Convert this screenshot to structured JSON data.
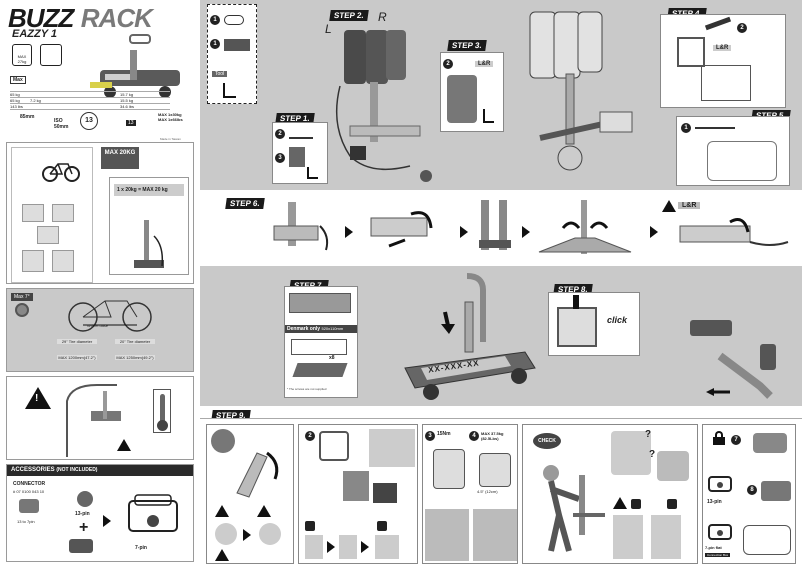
{
  "brand": {
    "line1": "BUZZ",
    "line2": "RACK",
    "model": "EAZZY 1"
  },
  "specs": {
    "max_weight": "MAX 27kg",
    "max_label": "Max",
    "iso": "ISO 50mm",
    "ball_count": "13",
    "maxload1": "MAX 1x30kg",
    "maxload2": "MAX 1x66lbs",
    "dist": "85mm",
    "made_in": "Made in Taiwan",
    "table_rows": [
      {
        "a": "65 kg",
        "b": "",
        "c": "15.7 kg"
      },
      {
        "a": "65 kg",
        "b": "7.2 kg",
        "c": "15.5 kg"
      },
      {
        "a": "143 lbs",
        "b": "",
        "c": "34.6 lbs"
      }
    ]
  },
  "left_panels": {
    "max20": "MAX 20KG",
    "load_formula": "1 x 20kg = MAX 20 kg",
    "wheel_base": "Wheel base",
    "tire1": "29\" Tire diameter",
    "tire2": "20\" Tire diameter",
    "max_wb1": "MAX 1200mm(47.2\")",
    "max_wb2": "MAX 1250mm(49.2\")",
    "max_tag": "Max 7°"
  },
  "accessories": {
    "title": "ACCESSORIES",
    "not_included": "(NOT INCLUDED)",
    "connector": "CONNECTOR",
    "connector_code": "# 07 0100 043 10",
    "conv_label": "13 to 7pin",
    "pin13": "13-pin",
    "pin7": "7-pin"
  },
  "tool": {
    "label": "Tool"
  },
  "steps": {
    "s1": "STEP 1.",
    "s2": "STEP 2.",
    "s3": "STEP 3.",
    "s4": "STEP 4.",
    "s5": "STEP 5.",
    "s6": "STEP 6.",
    "s7": "STEP 7.",
    "s8": "STEP 8.",
    "s9": "STEP 9."
  },
  "side_labels": {
    "left": "L",
    "right": "R",
    "lr": "L&R"
  },
  "step7": {
    "denmark": "Denmark only",
    "plate_dims": "520x110mm",
    "x8": "x8",
    "note": "* The screws are not supplied"
  },
  "step8": {
    "click": "click"
  },
  "plate_text": "XX-XXX-XX",
  "step9": {
    "max_limit": "MAX 37.5kg (82.5Lbs)",
    "speed": "4.5\" (12cm)",
    "fifteen": "15Nm",
    "check": "CHECK",
    "pin13": "13-pin",
    "pin7": "7-pin flat",
    "wire_note": "Connection Box"
  },
  "icons": [
    "warning-icon",
    "thermometer-icon",
    "bike-icon",
    "lock-icon",
    "arrow-right-icon",
    "thumb-down-icon",
    "thumb-up-icon"
  ]
}
